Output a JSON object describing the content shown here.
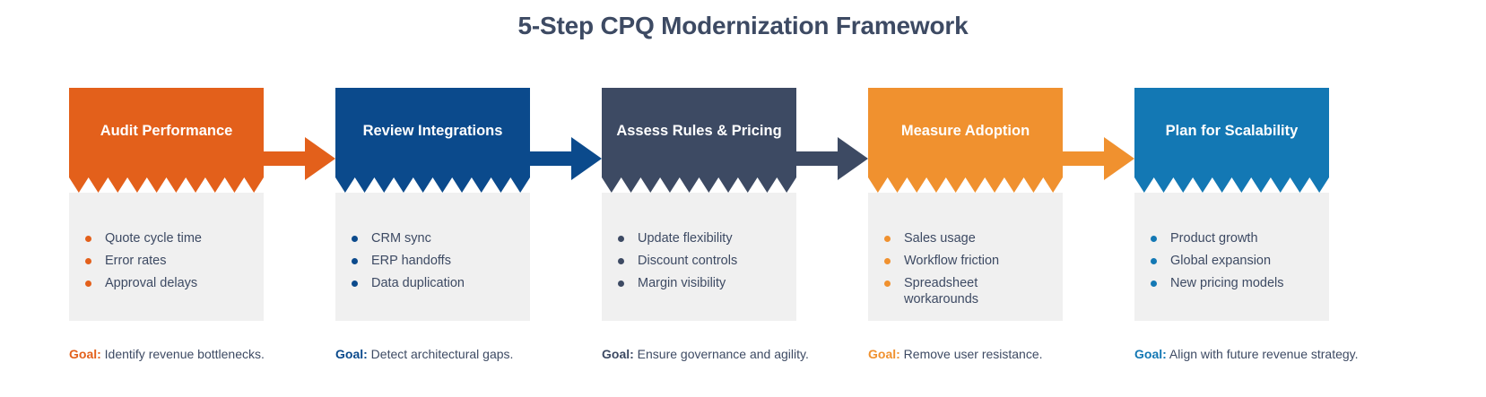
{
  "title": "5-Step CPQ Modernization Framework",
  "palette": {
    "title_color": "#3d4a63",
    "body_bg": "#f0f0f0",
    "text_color": "#3d4a63",
    "page_bg": "#ffffff"
  },
  "steps": [
    {
      "title": "Audit Performance",
      "color": "#e3601b",
      "bullets": [
        "Quote cycle time",
        "Error rates",
        "Approval delays"
      ],
      "goal_label": "Goal:",
      "goal_text": " Identify revenue bottlenecks.",
      "has_arrow": true,
      "arrow_color": "#e3601b"
    },
    {
      "title": "Review Integrations",
      "color": "#0b4a8c",
      "bullets": [
        "CRM sync",
        "ERP handoffs",
        "Data duplication"
      ],
      "goal_label": "Goal:",
      "goal_text": " Detect architectural gaps.",
      "has_arrow": true,
      "arrow_color": "#0b4a8c"
    },
    {
      "title": "Assess Rules & Pricing",
      "color": "#3d4a63",
      "bullets": [
        "Update flexibility",
        "Discount controls",
        "Margin visibility"
      ],
      "goal_label": "Goal:",
      "goal_text": " Ensure governance and agility.",
      "has_arrow": true,
      "arrow_color": "#3d4a63"
    },
    {
      "title": "Measure Adoption",
      "color": "#f0912f",
      "bullets": [
        "Sales usage",
        "Workflow friction",
        "Spreadsheet workarounds"
      ],
      "goal_label": "Goal:",
      "goal_text": " Remove user resistance.",
      "has_arrow": true,
      "arrow_color": "#f0912f"
    },
    {
      "title": "Plan for Scalability",
      "color": "#1378b4",
      "bullets": [
        "Product growth",
        "Global expansion",
        "New pricing models"
      ],
      "goal_label": "Goal:",
      "goal_text": " Align with future revenue strategy.",
      "has_arrow": false,
      "arrow_color": "#1378b4"
    }
  ]
}
